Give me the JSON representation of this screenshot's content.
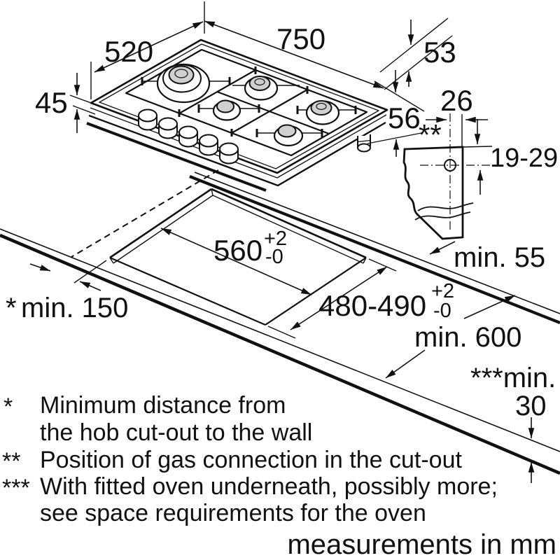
{
  "diagram": {
    "hob": {
      "width": "750",
      "depth": "520",
      "height": "45",
      "gas_side_offset": "53",
      "gas_height_offset": "56"
    },
    "gas_detail": {
      "edge_offset": "26",
      "marker": "**",
      "height_range": "19-29"
    },
    "cutout": {
      "width": "560",
      "width_tol_plus": "+2",
      "width_tol_minus": "-0",
      "depth": "480-490",
      "depth_tol_plus": "+2",
      "depth_tol_minus": "-0"
    },
    "clearances": {
      "back": "min. 55",
      "side_marker": "*",
      "side": "min. 150",
      "worktop_depth": "min. 600",
      "below_marker": "***min.",
      "below_value": "30"
    },
    "footnotes": {
      "f1": {
        "marker": "*",
        "line1": "Minimum distance from",
        "line2": "the hob cut-out to the wall"
      },
      "f2": {
        "marker": "**",
        "text": "Position of gas connection in the cut-out"
      },
      "f3": {
        "marker": "***",
        "line1": "With fitted oven underneath, possibly more;",
        "line2": "see space requirements for the oven"
      }
    },
    "footer": "measurements in mm",
    "colors": {
      "line": "#111111",
      "burner_cap": "#d0d0d0"
    }
  }
}
